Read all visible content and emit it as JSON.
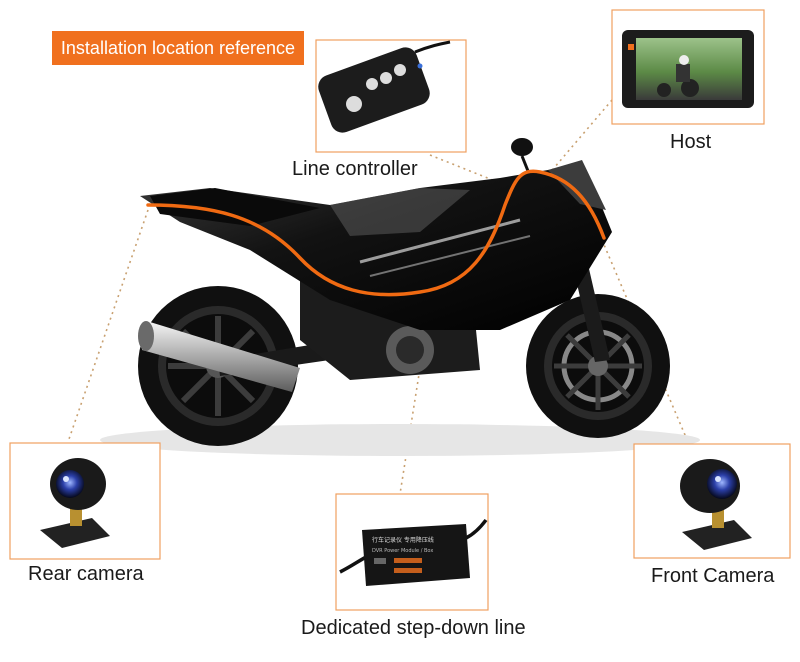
{
  "banner": {
    "title": "Installation location reference"
  },
  "components": {
    "line_controller": {
      "label": "Line controller"
    },
    "host": {
      "label": "Host"
    },
    "rear_camera": {
      "label": "Rear camera"
    },
    "step_down_line": {
      "label": "Dedicated step-down line",
      "module_text_line1": "行车记录仪 专用降压线",
      "module_text_line2": "DVR Power Module / Box"
    },
    "front_camera": {
      "label": "Front Camera"
    }
  },
  "colors": {
    "accent": "#f0701e",
    "card_border": "#f0a060",
    "leader_line": "#c8a070",
    "cable": "#f06a12",
    "bike_body": "#111111",
    "text": "#1a1a1a"
  }
}
